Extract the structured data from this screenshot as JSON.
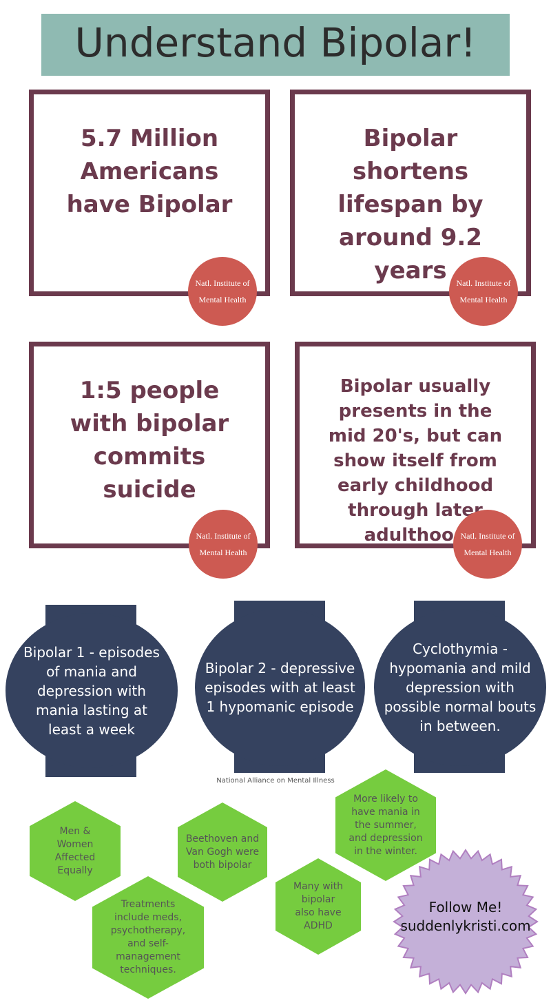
{
  "title": "Understand Bipolar!",
  "facts": [
    {
      "text": "5.7 Million Americans have Bipolar",
      "source": "Natl. Institute of Mental Health"
    },
    {
      "text": "Bipolar shortens lifespan by around 9.2 years",
      "source": "Natl. Institute of Mental Health"
    },
    {
      "text": "1:5 people with bipolar commits suicide",
      "source": "Natl. Institute of Mental Health"
    },
    {
      "text": "Bipolar usually presents in the mid 20's, but can show itself from early childhood through later adulthood",
      "source": "Natl. Institute of Mental Health"
    }
  ],
  "types": [
    {
      "text": "Bipolar 1 - episodes of mania and depression with mania lasting at least a week"
    },
    {
      "text": "Bipolar 2 - depressive episodes with at least 1 hypomanic episode"
    },
    {
      "text": "Cyclothymia - hypomania and mild depression with possible normal bouts in between."
    }
  ],
  "types_source": "National Alliance on Mental Illness",
  "hexes": [
    "Men & Women Affected Equally",
    "Treatments include meds, psychotherapy, and self-management techniques.",
    "Beethoven and Van Gogh were both  bipolar",
    "Many with bipolar also have ADHD",
    "More likely to have mania in the summer, and depression in the winter."
  ],
  "follow": {
    "line1": "Follow Me!",
    "line2": "suddenlykristi.com"
  },
  "colors": {
    "banner": "#8fbab2",
    "box_border": "#6b3a4d",
    "badge": "#cd5a52",
    "navy": "#35425f",
    "hex_green": "#76cc3f",
    "star": "#c4b0d8"
  }
}
